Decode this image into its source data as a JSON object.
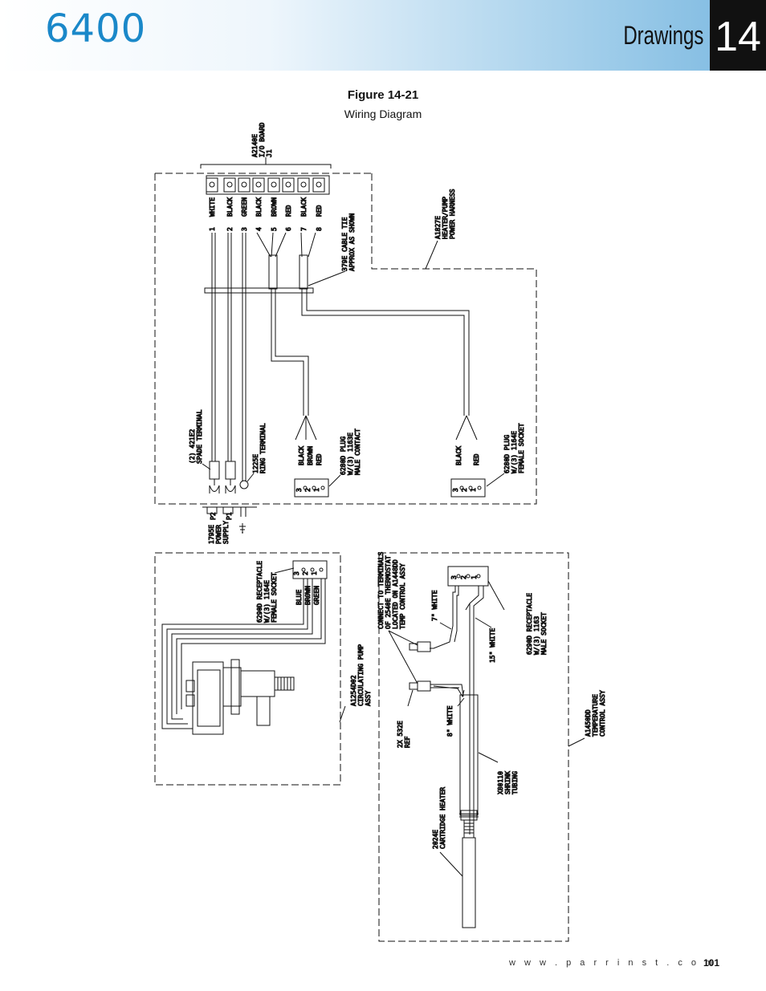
{
  "header": {
    "doc_number": "6400",
    "section_title": "Drawings",
    "chapter_number": "14"
  },
  "figure": {
    "number": "Figure 14-21",
    "caption": "Wiring Diagram"
  },
  "io_board": {
    "part": "A2140E",
    "name": "I/O BOARD",
    "connector": "J1"
  },
  "pins": [
    {
      "num": "1",
      "color": "WHITE"
    },
    {
      "num": "2",
      "color": "BLACK"
    },
    {
      "num": "3",
      "color": "GREEN"
    },
    {
      "num": "4",
      "color": "BLACK"
    },
    {
      "num": "5",
      "color": "BROWN"
    },
    {
      "num": "6",
      "color": "RED"
    },
    {
      "num": "7",
      "color": "BLACK"
    },
    {
      "num": "8",
      "color": "RED"
    }
  ],
  "labels": {
    "cable_tie_1": "379E CABLE TIE",
    "cable_tie_2": "APPROX AS SHOWN",
    "harness_1": "A1827E",
    "harness_2": "HEATER/PUMP",
    "harness_3": "POWER HARNESS",
    "spade_1": "(2) 421E2",
    "spade_2": "SPADE TERMINAL",
    "ring_1": "1225E",
    "ring_2": "RING TERMINAL",
    "plug_male_1": "6280D PLUG",
    "plug_male_2": "W/(3) 1163E",
    "plug_male_3": "MALE CONTACT",
    "plug_fem_1": "6280D PLUG",
    "plug_fem_2": "W/(3) 1164E",
    "plug_fem_3": "FEMALE SOCKET",
    "ps_1": "1795E",
    "ps_2": "POWER",
    "ps_3": "SUPPLY",
    "p1": "P1",
    "p2": "P2",
    "rec_fem_1": "6290D RECEPTACLE",
    "rec_fem_2": "W/(3) 1164E",
    "rec_fem_3": "FEMALE SOCKET",
    "pump_1": "A1254D02",
    "pump_2": "CIRCULATING PUMP",
    "pump_3": "ASSY",
    "connect_1": "CONNECT TO TERMINALS",
    "connect_2": "OF 2540E THERMOSTAT",
    "connect_3": "LOCATED ON A1448DD",
    "connect_4": "TEMP CONTROL ASSY",
    "white7": "7\" WHITE",
    "white15": "15\" WHITE",
    "white8": "8\" WHITE",
    "ref_1": "2X 532E",
    "ref_2": "REF",
    "rec_male_1": "6290D RECEPTACLE",
    "rec_male_2": "W/(3) 1163",
    "rec_male_3": "MALE SOCKET",
    "shrink_1": "X80110",
    "shrink_2": "SHRINK",
    "shrink_3": "TUBING",
    "heater_1": "2024E",
    "heater_2": "CARTRIDGE HEATER",
    "tca_1": "A1450DD",
    "tca_2": "TEMPERATURE",
    "tca_3": "CONTROL ASSY",
    "black": "BLACK",
    "brown": "BROWN",
    "red": "RED",
    "blue": "BLUE",
    "green": "GREEN",
    "n1": "1",
    "n2": "2",
    "n3": "3"
  },
  "footer": {
    "url": "w w w . p a r r i n s t . c o m",
    "page": "101"
  }
}
